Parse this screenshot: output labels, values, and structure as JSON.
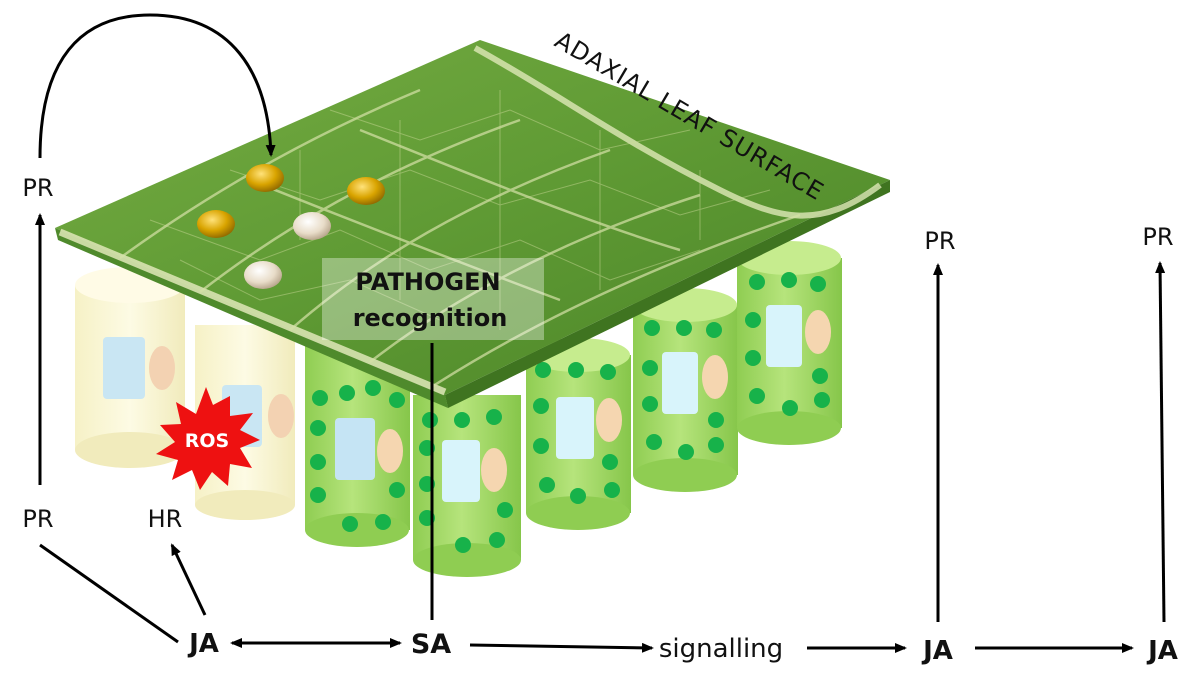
{
  "surface_label": "ADAXIAL LEAF SURFACE",
  "pathogen": {
    "line1": "PATHOGEN",
    "line2": "recognition"
  },
  "ros": "ROS",
  "nodes": {
    "pr_top_left": "PR",
    "pr_bottom_left": "PR",
    "hr": "HR",
    "ja_left": "JA",
    "sa": "SA",
    "signalling": "signalling",
    "ja_mid": "JA",
    "ja_right": "JA",
    "pr_mid": "PR",
    "pr_right": "PR"
  },
  "colors": {
    "leaf": "#5f9a34",
    "leaf_dark": "#3f7420",
    "vein": "#dfe8b8",
    "healthy_cell": "#a9dc6a",
    "healthy_cell_top": "#c6ec8e",
    "dead_cell": "#fbf7d4",
    "chloroplast": "#17b24a",
    "vacuole": "#d6f4fb",
    "nucleus": "#f5d6b0",
    "spore_gold": "#d9a400",
    "spore_white": "#e8dcc8",
    "ros": "#ee1111"
  }
}
